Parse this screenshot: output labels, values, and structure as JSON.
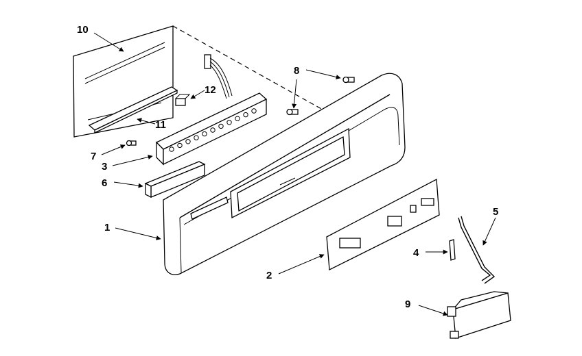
{
  "callouts": [
    {
      "id": "10",
      "label": "10"
    },
    {
      "id": "12",
      "label": "12"
    },
    {
      "id": "11",
      "label": "11"
    },
    {
      "id": "8",
      "label": "8"
    },
    {
      "id": "7",
      "label": "7"
    },
    {
      "id": "3",
      "label": "3"
    },
    {
      "id": "6",
      "label": "6"
    },
    {
      "id": "1",
      "label": "1"
    },
    {
      "id": "5",
      "label": "5"
    },
    {
      "id": "4",
      "label": "4"
    },
    {
      "id": "2",
      "label": "2"
    },
    {
      "id": "9",
      "label": "9"
    }
  ]
}
